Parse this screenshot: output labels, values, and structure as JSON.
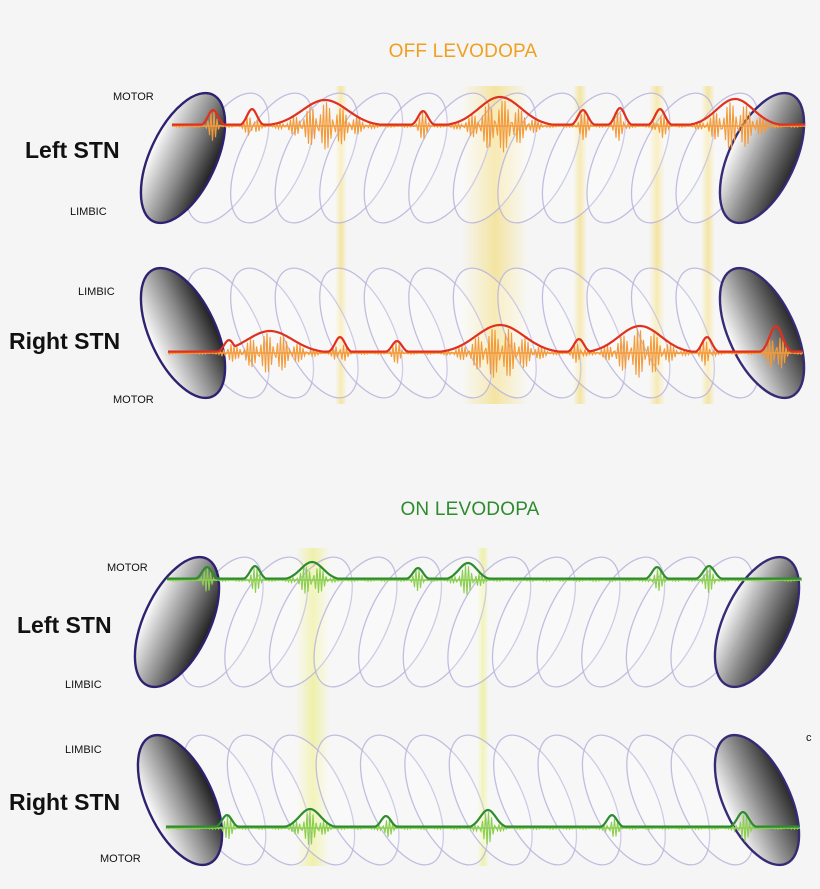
{
  "off": {
    "title": "OFF LEVODOPA",
    "title_color": "#f0a020",
    "envelope_color": "#e0301e",
    "oscillation_color": "#f39a3a",
    "highlight_color": "#f4e08c",
    "left": {
      "name": "Left STN",
      "top_label": "MOTOR",
      "bottom_label": "LIMBIC"
    },
    "right": {
      "name": "Right STN",
      "top_label": "LIMBIC",
      "bottom_label": "MOTOR"
    }
  },
  "on": {
    "title": "ON LEVODOPA",
    "title_color": "#2e8b2e",
    "envelope_color": "#2e8b2e",
    "oscillation_color": "#8bcf4f",
    "highlight_color": "#e8f0a0",
    "left": {
      "name": "Left STN",
      "top_label": "MOTOR",
      "bottom_label": "LIMBIC"
    },
    "right": {
      "name": "Right STN",
      "top_label": "LIMBIC",
      "bottom_label": "MOTOR"
    }
  },
  "cut_glyph": "c",
  "colors": {
    "ellipse_outline": "#2d2270",
    "ellipse_ghost": "#b8b4dc",
    "shade_dark": "#2a2a2a",
    "shade_light": "#ffffff"
  }
}
